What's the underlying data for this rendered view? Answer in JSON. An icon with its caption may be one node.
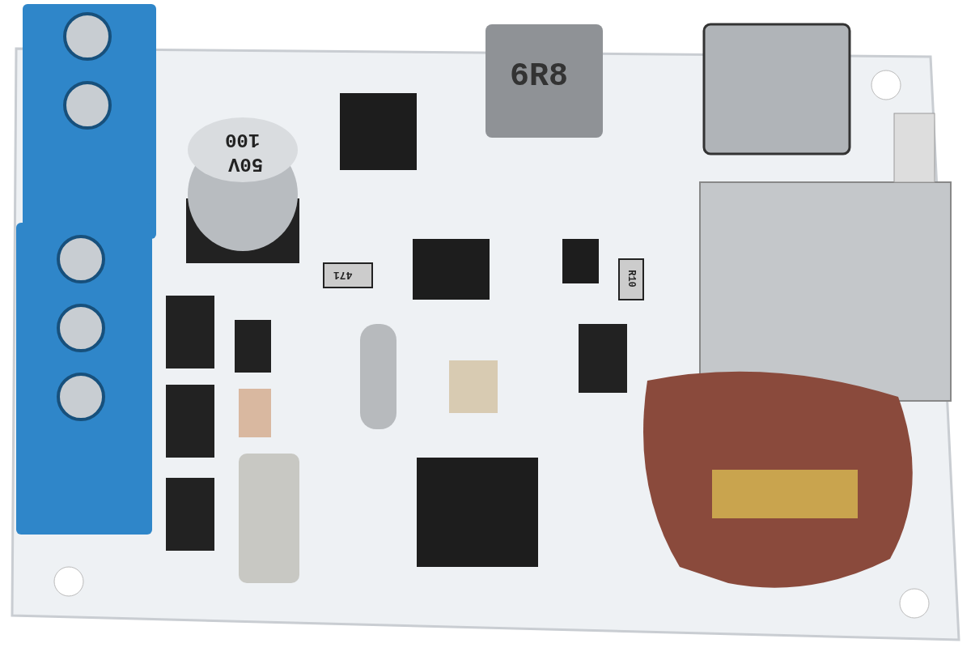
{
  "diagram": {
    "labels": [
      "100",
      "50V",
      "6R8",
      "471",
      "R10"
    ]
  }
}
